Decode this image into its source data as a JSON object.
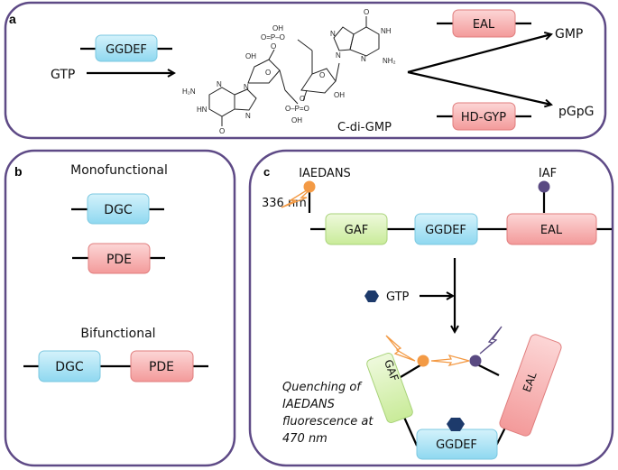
{
  "panels": {
    "a": {
      "label": "a",
      "enzyme_ggdef": "GGDEF",
      "substrate": "GTP",
      "product_name": "C-di-GMP",
      "enzyme_eal": "EAL",
      "enzyme_hdgyp": "HD-GYP",
      "product_gmp": "GMP",
      "product_pgpg": "pGpG",
      "chem_atoms": {
        "oh": "OH",
        "o": "O",
        "p": "P",
        "n": "N",
        "nh": "NH",
        "hn": "HN",
        "h2n": "H₂N",
        "nh2": "NH₂",
        "o_eq_p": "O=P–O",
        "o_p_eq_o": "O–P=O"
      }
    },
    "b": {
      "label": "b",
      "mono_title": "Monofunctional",
      "mono_dgc": "DGC",
      "mono_pde": "PDE",
      "bi_title": "Bifunctional",
      "bi_dgc": "DGC",
      "bi_pde": "PDE"
    },
    "c": {
      "label": "c",
      "probe_donor": "IAEDANS",
      "probe_acceptor": "IAF",
      "excitation": "336 nm",
      "domain_gaf": "GAF",
      "domain_ggdef": "GGDEF",
      "domain_eal": "EAL",
      "ligand": "GTP",
      "folded_gaf": "GAF",
      "folded_eal": "EAL",
      "folded_ggdef": "GGDEF",
      "note_lines": [
        "Quenching of",
        "IAEDANS",
        "fluorescence at",
        "470 nm"
      ]
    }
  },
  "colors": {
    "panel_border": "#5e4a86",
    "ggdef_blue": "#a8e2f4",
    "eal_red": "#f6b0b0",
    "gaf_green": "#d8f0b0",
    "donor_orange": "#f39a45",
    "acceptor_purple": "#5a4a82",
    "gtp_navy": "#1d3a6b"
  }
}
